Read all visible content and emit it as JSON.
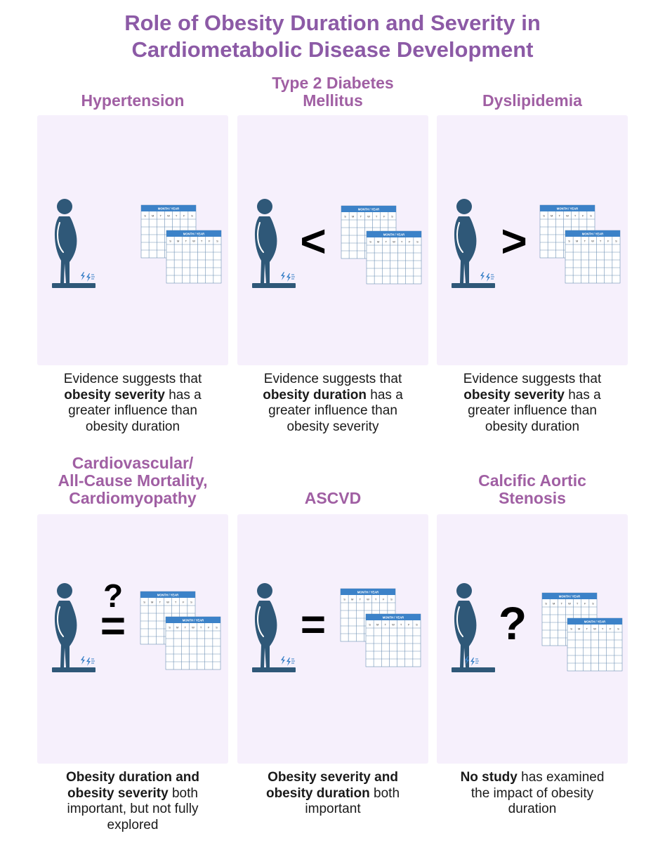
{
  "title": {
    "line1": "Role of Obesity Duration and Severity in",
    "line2": "Cardiometabolic Disease Development"
  },
  "colors": {
    "title": "#8c5aa6",
    "heading": "#a05fa3",
    "panel_bg": "#f6f0fc",
    "figure": "#2f5878",
    "calendar_header": "#3c82c8",
    "calendar_grid": "#6d8fb4",
    "lightning": "#3c82c8"
  },
  "icons": [
    "person-on-scale-icon",
    "calendar-icon",
    "lightning-icon"
  ],
  "calendar": {
    "header": "MONTH / YEAR",
    "days": [
      "S",
      "M",
      "T",
      "W",
      "T",
      "F",
      "S"
    ]
  },
  "panels": [
    {
      "heading": [
        "Hypertension"
      ],
      "symbol": ">",
      "caption_lines": [
        [
          {
            "t": "Evidence suggests that",
            "b": false
          }
        ],
        [
          {
            "t": "obesity severity",
            "b": true
          },
          {
            "t": " has a",
            "b": false
          }
        ],
        [
          {
            "t": "greater influence than",
            "b": false
          }
        ],
        [
          {
            "t": "obesity duration",
            "b": false
          }
        ]
      ]
    },
    {
      "heading": [
        "Type 2 Diabetes",
        "Mellitus"
      ],
      "symbol": "<",
      "caption_lines": [
        [
          {
            "t": "Evidence suggests that",
            "b": false
          }
        ],
        [
          {
            "t": "obesity duration",
            "b": true
          },
          {
            "t": " has a",
            "b": false
          }
        ],
        [
          {
            "t": "greater influence than",
            "b": false
          }
        ],
        [
          {
            "t": "obesity severity",
            "b": false
          }
        ]
      ]
    },
    {
      "heading": [
        "Dyslipidemia"
      ],
      "symbol": ">",
      "caption_lines": [
        [
          {
            "t": "Evidence suggests that",
            "b": false
          }
        ],
        [
          {
            "t": "obesity severity",
            "b": true
          },
          {
            "t": " has a",
            "b": false
          }
        ],
        [
          {
            "t": "greater influence than",
            "b": false
          }
        ],
        [
          {
            "t": "obesity duration",
            "b": false
          }
        ]
      ]
    },
    {
      "heading": [
        "Cardiovascular/",
        "All-Cause Mortality,",
        "Cardiomyopathy"
      ],
      "symbol": "?=",
      "caption_lines": [
        [
          {
            "t": "Obesity duration and",
            "b": true
          }
        ],
        [
          {
            "t": "obesity severity",
            "b": true
          },
          {
            "t": " both",
            "b": false
          }
        ],
        [
          {
            "t": "important, but not fully",
            "b": false
          }
        ],
        [
          {
            "t": "explored",
            "b": false
          }
        ]
      ]
    },
    {
      "heading": [
        "ASCVD"
      ],
      "symbol": "=",
      "caption_lines": [
        [
          {
            "t": "Obesity severity and",
            "b": true
          }
        ],
        [
          {
            "t": "obesity duration",
            "b": true
          },
          {
            "t": " both",
            "b": false
          }
        ],
        [
          {
            "t": "important",
            "b": false
          }
        ]
      ]
    },
    {
      "heading": [
        "Calcific Aortic",
        "Stenosis"
      ],
      "symbol": "?",
      "caption_lines": [
        [
          {
            "t": "No study",
            "b": true
          },
          {
            "t": " has examined",
            "b": false
          }
        ],
        [
          {
            "t": "the impact of obesity",
            "b": false
          }
        ],
        [
          {
            "t": "duration",
            "b": false
          }
        ]
      ]
    }
  ]
}
